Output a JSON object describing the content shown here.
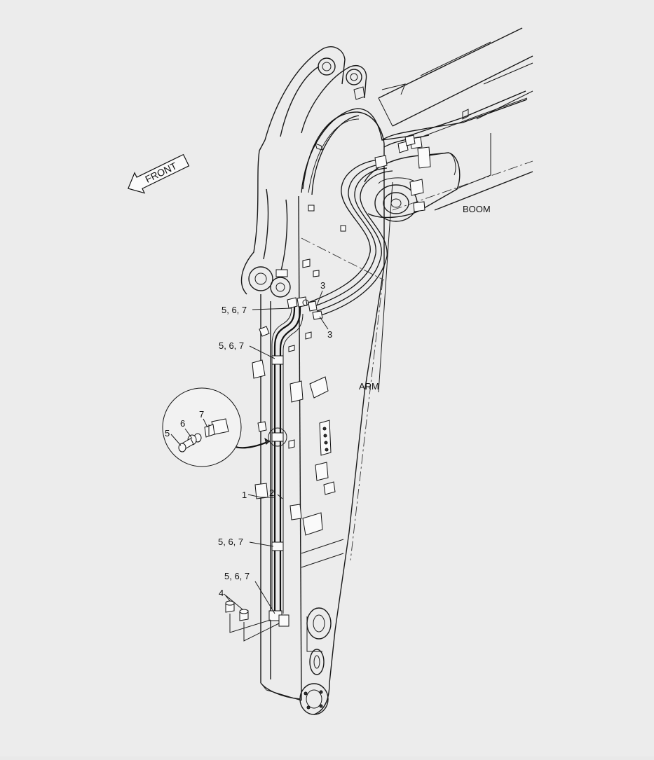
{
  "diagram": {
    "labels": {
      "front": "FRONT",
      "boom": "BOOM",
      "arm": "ARM"
    },
    "callouts": [
      {
        "id": "c3a",
        "text": "3"
      },
      {
        "id": "c3b",
        "text": "3"
      },
      {
        "id": "c567a",
        "text": "5, 6, 7"
      },
      {
        "id": "c567b",
        "text": "5, 6, 7"
      },
      {
        "id": "c567c",
        "text": "5, 6, 7"
      },
      {
        "id": "c567d",
        "text": "5, 6, 7"
      },
      {
        "id": "c1",
        "text": "1"
      },
      {
        "id": "c2",
        "text": "2"
      },
      {
        "id": "c4",
        "text": "4"
      }
    ],
    "detail_callouts": [
      {
        "id": "d5",
        "text": "5"
      },
      {
        "id": "d6",
        "text": "6"
      },
      {
        "id": "d7",
        "text": "7"
      }
    ]
  }
}
